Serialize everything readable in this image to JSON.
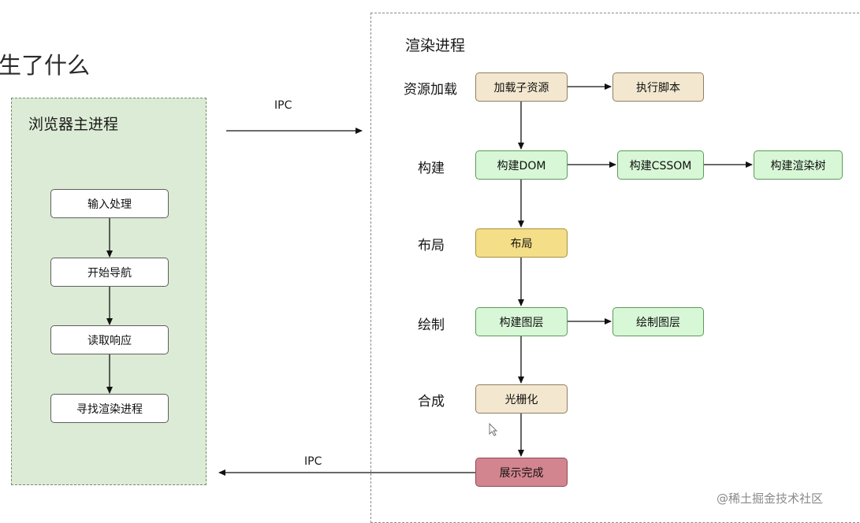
{
  "title": "生了什么",
  "main_process": {
    "title": "浏览器主进程",
    "steps": [
      "输入处理",
      "开始导航",
      "读取响应",
      "寻找渲染进程"
    ]
  },
  "ipc_to_render": "IPC",
  "ipc_to_main": "IPC",
  "render_process": {
    "title": "渲染进程",
    "stages": {
      "load": "资源加载",
      "build": "构建",
      "layout": "布局",
      "paint": "绘制",
      "composite": "合成"
    },
    "nodes": {
      "load_subresources": "加载子资源",
      "execute_script": "执行脚本",
      "build_dom": "构建DOM",
      "build_cssom": "构建CSSOM",
      "build_render_tree": "构建渲染树",
      "layout": "布局",
      "build_layers": "构建图层",
      "paint_layers": "绘制图层",
      "rasterize": "光栅化",
      "display_done": "展示完成"
    }
  },
  "watermark": "@稀土掘金技术社区",
  "colors": {
    "main_bg": "#dcebd5",
    "tan": "#f3e7cf",
    "green": "#d8f7d6",
    "yellow": "#f5de88",
    "red": "#d3858f"
  }
}
